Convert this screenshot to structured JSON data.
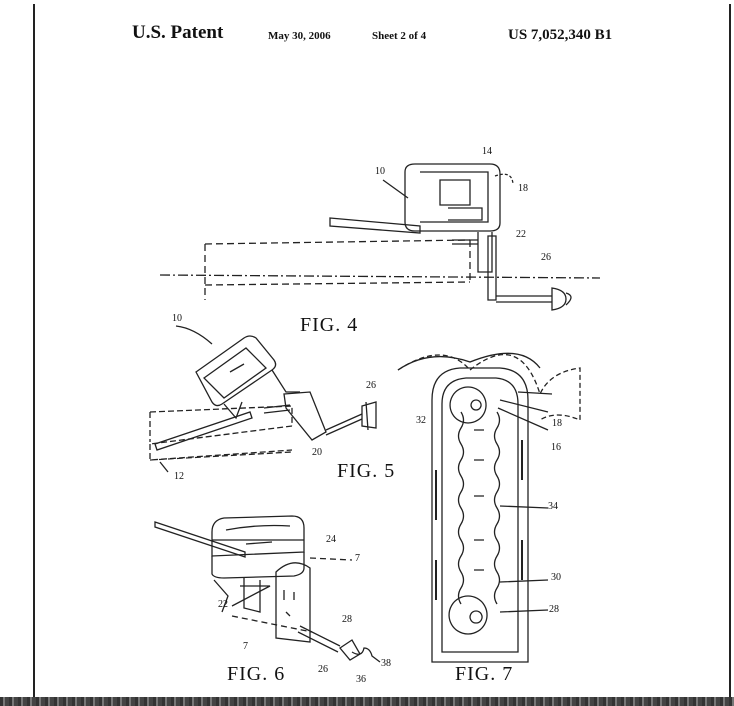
{
  "header": {
    "patent_label": "U.S. Patent",
    "date": "May 30, 2006",
    "sheet": "Sheet 2 of 4",
    "patent_number": "US 7,052,340 B1"
  },
  "figures": {
    "fig4": {
      "label": "FIG. 4",
      "refs": {
        "r10": "10",
        "r14": "14",
        "r18": "18",
        "r22": "22",
        "r26": "26"
      }
    },
    "fig5": {
      "label": "FIG. 5",
      "refs": {
        "r10": "10",
        "r12": "12",
        "r20": "20",
        "r26": "26"
      }
    },
    "fig6": {
      "label": "FIG. 6",
      "refs": {
        "r24": "24",
        "r7a": "7",
        "r7b": "7",
        "r22": "22",
        "r26": "26",
        "r28": "28",
        "r36": "36",
        "r38": "38"
      }
    },
    "fig7": {
      "label": "FIG. 7",
      "refs": {
        "r18": "18",
        "r32": "32",
        "r16": "16",
        "r34": "34",
        "r30": "30",
        "r28": "28"
      }
    }
  }
}
